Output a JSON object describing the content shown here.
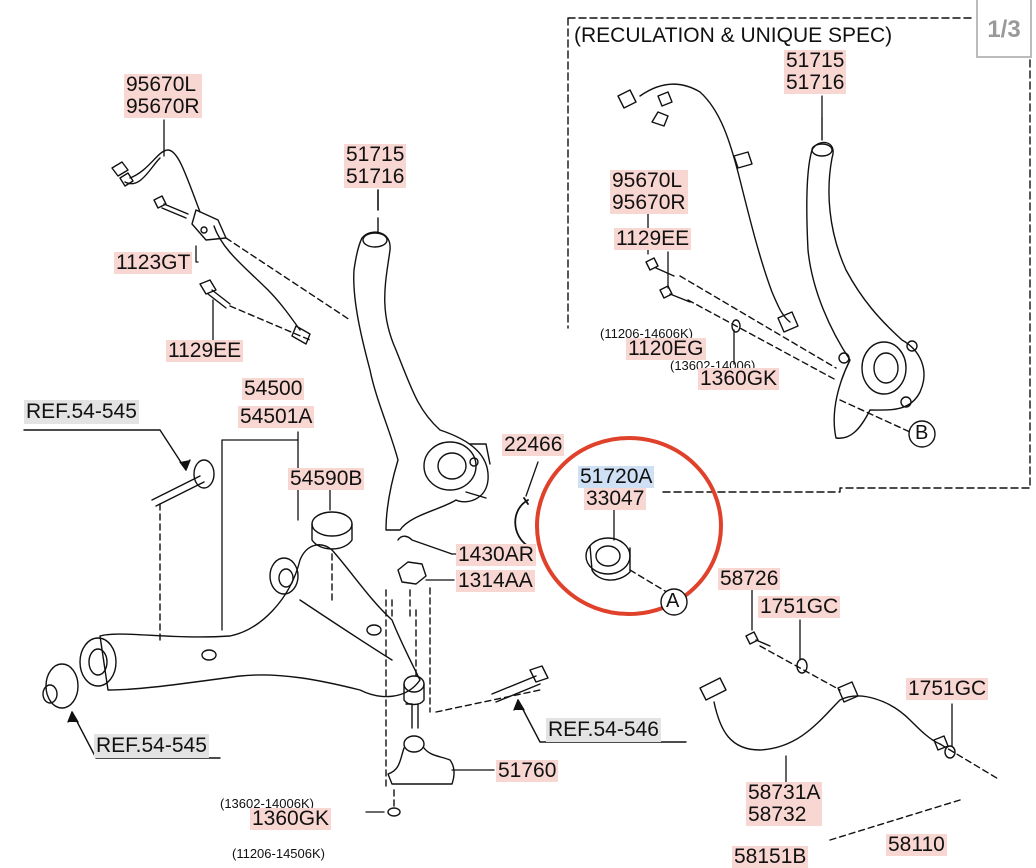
{
  "page_indicator": "1/3",
  "spec_title": "(RECULATION & UNIQUE SPEC)",
  "labels": {
    "sensor_l_r": [
      "95670L",
      "95670R"
    ],
    "knuckle": [
      "51715",
      "51716"
    ],
    "bolt_1123gt": "1123GT",
    "bolt_1129ee": "1129EE",
    "arm": [
      "54500",
      "54501A"
    ],
    "bushing": "54590B",
    "circlip": "22466",
    "bearing": [
      "51720A",
      "33047"
    ],
    "cotter_pin": "1430AR",
    "nut": "1314AA",
    "bracket_58726": "58726",
    "bolt_1751gc_a": "1751GC",
    "bolt_1751gc_b": "1751GC",
    "ball_joint": "51760",
    "hose": [
      "58731A",
      "58732"
    ],
    "washer_1360gk_bottom": "1360GK",
    "washer_code_bottom": "(13602-14006K)",
    "spec_knuckle": [
      "51715",
      "51716"
    ],
    "spec_sensor": [
      "95670L",
      "95670R"
    ],
    "spec_bolt_1129ee": "1129EE",
    "spec_bolt_code": "(11206-14606K)",
    "spec_bolt_1120eg": "1120EG",
    "spec_washer_code": "(13602-14006)",
    "spec_washer": "1360GK",
    "bottom_cut_1": "58151B",
    "bottom_cut_2": "58110",
    "bottom_cut_code": "(11206-14506K)"
  },
  "refs": {
    "ref_top": "REF.54-545",
    "ref_bottom": "REF.54-545",
    "ref_right": "REF.54-546"
  },
  "markers": {
    "a": "A",
    "b": "B"
  },
  "colors": {
    "label_highlight": "#f8d6d2",
    "selected_highlight": "#cfe0f5",
    "callout_circle": "#e0412b",
    "ref_bg": "#e3e3e3"
  }
}
